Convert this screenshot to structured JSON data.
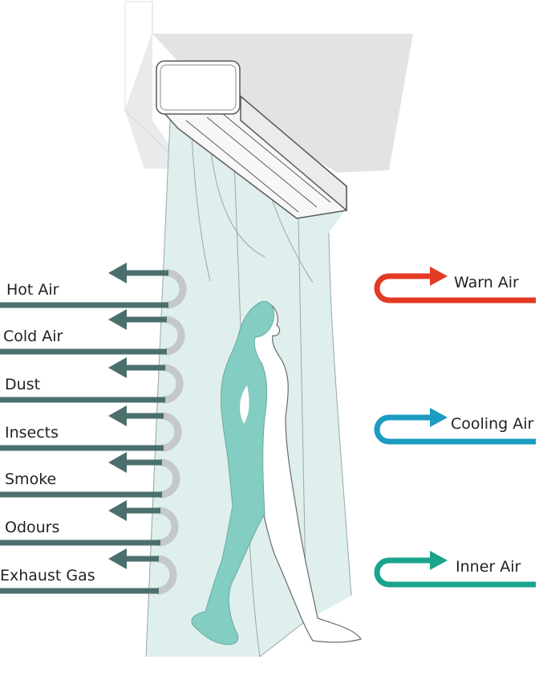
{
  "blocked_items": [
    "Hot Air",
    "Cold Air",
    "Dust",
    "Insects",
    "Smoke",
    "Odours",
    "Exhaust Gas"
  ],
  "internal_flows": [
    "Warn Air",
    "Cooling Air",
    "Inner Air"
  ],
  "colors": {
    "blocked_arrow": "#4b6f6c",
    "blocked_loop": "#c4c8c8",
    "warm_arrow": "#e23a23",
    "cooling_arrow": "#1b9cc0",
    "inner_arrow": "#1aa48c",
    "air_curtain": "#dceeec",
    "person_silhouette": "#84cdc3",
    "ceiling": "#e2e3e5"
  },
  "icons": {
    "blocked": "arrow-left-u-turn-icon",
    "internal": "arrow-right-u-turn-icon"
  }
}
